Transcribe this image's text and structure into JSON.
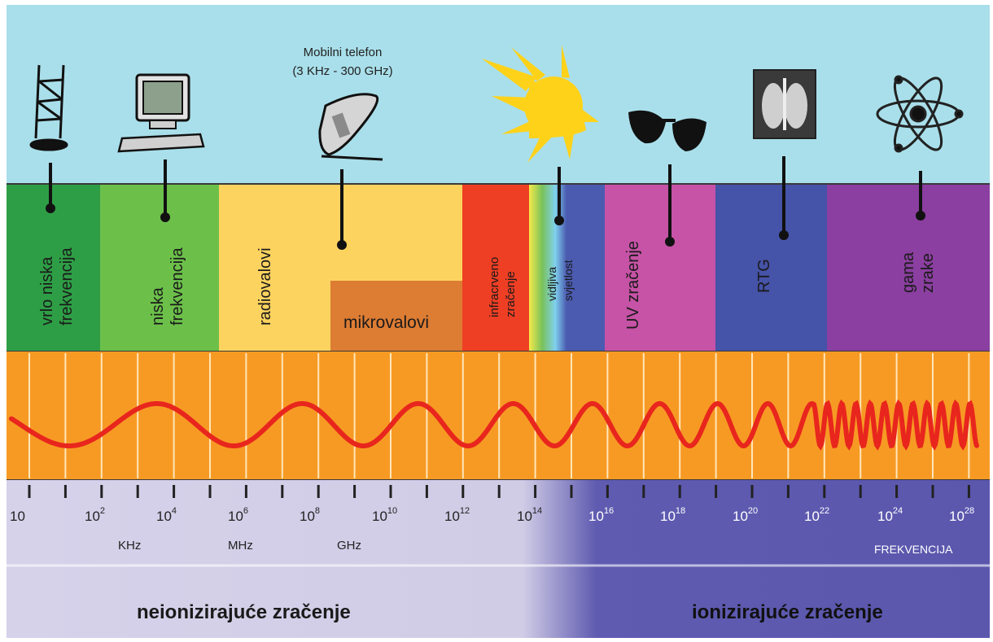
{
  "phone_label": {
    "line1": "Mobilni telefon",
    "line2": "(3 KHz - 300 GHz)"
  },
  "bands": [
    {
      "label": "vrlo niska frekvencija",
      "lines": [
        "vrlo niska",
        "frekvencija"
      ],
      "color": "#2e9e46"
    },
    {
      "label": "niska frekvencija",
      "lines": [
        "niska",
        "frekvencija"
      ],
      "color": "#6cc04a"
    },
    {
      "label": "radiovalovi",
      "lines": [
        "radiovalovi"
      ],
      "color": "#fdd35f"
    },
    {
      "label": "mikrovalovi",
      "lines": [
        "mikrovalovi"
      ],
      "color": "#d9722f"
    },
    {
      "label": "infracrveno zračenje",
      "lines": [
        "infracrveno",
        "zračenje"
      ],
      "color": "#ee3f24"
    },
    {
      "label": "vidljiva svjetlost",
      "lines": [
        "vidljiva",
        "svjetlost"
      ],
      "color": "#f6e94a"
    },
    {
      "label": "UV zračenje",
      "lines": [
        "UV zračenje"
      ],
      "color": "#c653a6"
    },
    {
      "label": "RTG",
      "lines": [
        "RTG"
      ],
      "color": "#4553a8"
    },
    {
      "label": "gama zrake",
      "lines": [
        "gama",
        "zrake"
      ],
      "color": "#8b3fa0"
    }
  ],
  "icons": [
    "tower-icon",
    "computer-icon",
    "mobile-phone-icon",
    "sun-icon",
    "sunglasses-icon",
    "xray-icon",
    "atom-icon"
  ],
  "frequency_ticks": [
    {
      "base": "10",
      "exp": ""
    },
    {
      "base": "10",
      "exp": "2"
    },
    {
      "base": "10",
      "exp": "4"
    },
    {
      "base": "10",
      "exp": "6"
    },
    {
      "base": "10",
      "exp": "8"
    },
    {
      "base": "10",
      "exp": "10"
    },
    {
      "base": "10",
      "exp": "12"
    },
    {
      "base": "10",
      "exp": "14"
    },
    {
      "base": "10",
      "exp": "16"
    },
    {
      "base": "10",
      "exp": "18"
    },
    {
      "base": "10",
      "exp": "20"
    },
    {
      "base": "10",
      "exp": "22"
    },
    {
      "base": "10",
      "exp": "24"
    },
    {
      "base": "10",
      "exp": "28"
    }
  ],
  "unit_labels": [
    "KHz",
    "MHz",
    "GHz"
  ],
  "axis_label": "FREKVENCIJA",
  "regions": {
    "left": "neionizirajuće zračenje",
    "right": "ionizirajuće zračenje"
  },
  "colors": {
    "sky": "#a9dfea",
    "wave_band": "#f79a24",
    "wave": "#e8261d",
    "left_region": "#d4d0e8",
    "right_region": "#5f5bb0",
    "sun": "#ffd21a"
  }
}
